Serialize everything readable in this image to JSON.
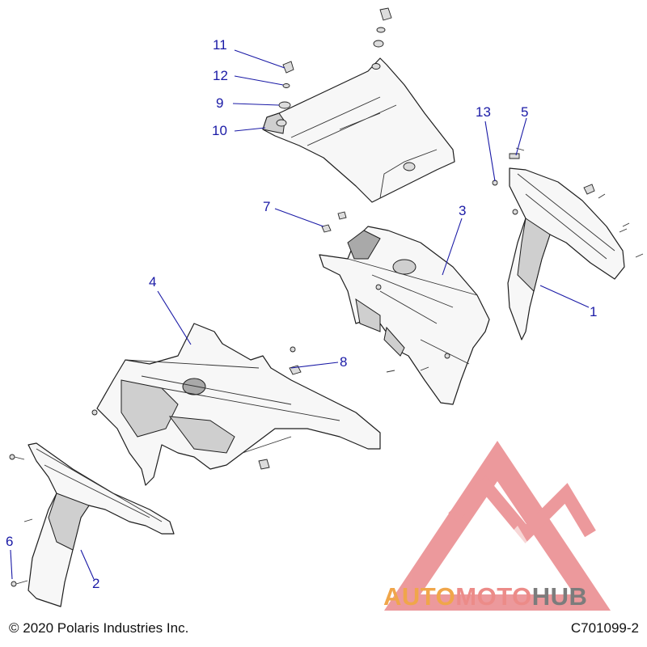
{
  "diagram": {
    "callouts": [
      "11",
      "12",
      "9",
      "10",
      "13",
      "5",
      "7",
      "3",
      "4",
      "8",
      "1",
      "6",
      "2"
    ],
    "copyright": "© 2020 Polaris Industries Inc.",
    "drawing_number": "C701099-2"
  },
  "watermark": {
    "word_parts": [
      "AUTO",
      "MOTO",
      "HUB"
    ],
    "colors": {
      "triangle": "#e9888b",
      "auto": "#f0a64a",
      "moto": "#ec8b88",
      "hub": "#7c7c7c",
      "callout": "#1a1aa6"
    }
  }
}
